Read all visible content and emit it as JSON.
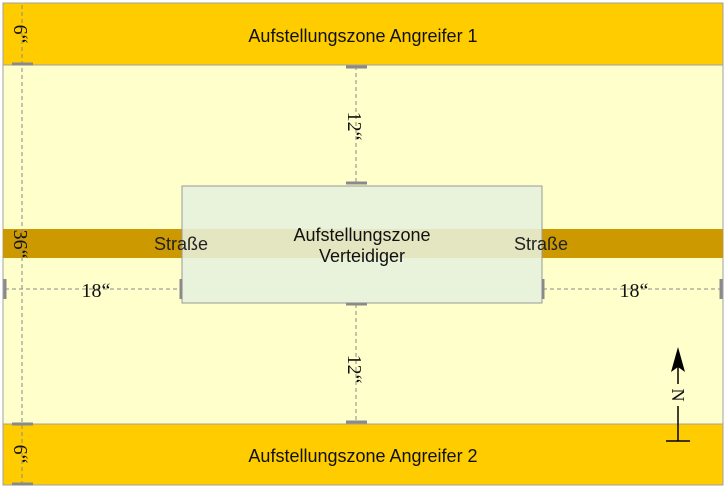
{
  "zones": {
    "attacker1": {
      "label": "Aufstellungszone Angreifer 1",
      "color": "#ffcc00"
    },
    "attacker2": {
      "label": "Aufstellungszone Angreifer 2",
      "color": "#ffcc00"
    },
    "defender": {
      "line1": "Aufstellungszone",
      "line2": "Verteidiger",
      "color": "#e6f0dc"
    }
  },
  "field": {
    "color": "#ffffcc"
  },
  "road": {
    "label_left": "Straße",
    "label_right": "Straße",
    "color": "#cc9900"
  },
  "dimensions": {
    "top_zone_depth": "6“",
    "bottom_zone_depth": "6“",
    "board_depth": "36“",
    "gap_top": "12“",
    "gap_bottom": "12“",
    "gap_left": "18“",
    "gap_right": "18“"
  },
  "compass": {
    "label": "N",
    "icon": "north-arrow-icon"
  }
}
